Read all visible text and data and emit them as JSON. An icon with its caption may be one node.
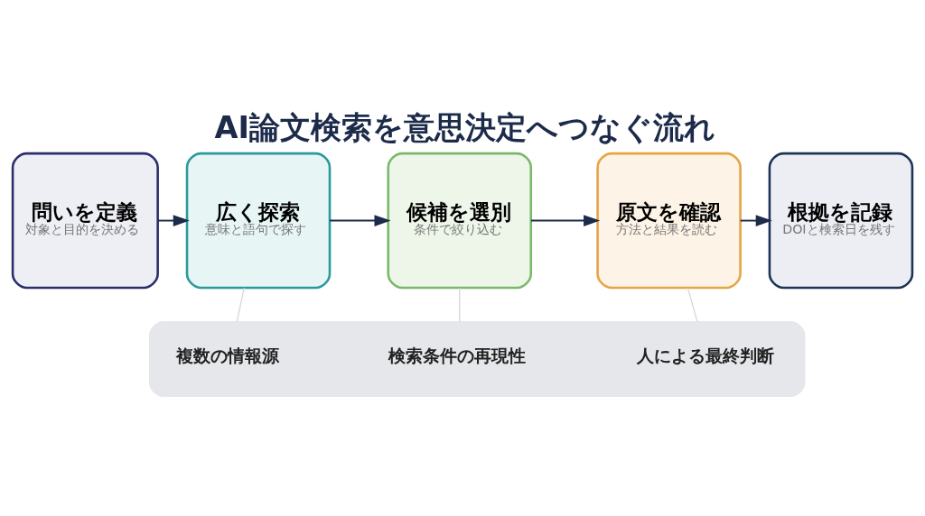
{
  "diagram": {
    "title": "AI論文検索を意思決定へつなぐ流れ",
    "nodes": [
      {
        "text": [
          "問いを定義",
          "対象と目的を決める"
        ]
      },
      {
        "text": [
          "広く探索",
          "意味と語句で探す"
        ]
      },
      {
        "text": [
          "候補を選別",
          "条件で絞り込む"
        ]
      },
      {
        "text": [
          "原文を確認",
          "方法と結果を読む"
        ]
      },
      {
        "text": [
          "根拠を記録",
          "DOIと検索日を残す"
        ]
      },
      {
        "text": [],
        "shape": "bar"
      },
      {
        "text": [
          "複数の情報源"
        ],
        "in": 5
      },
      {
        "text": [
          "検索条件の再現性"
        ],
        "in": 5
      },
      {
        "text": [
          "人による最終判断"
        ],
        "in": 5
      }
    ],
    "edges": [
      {
        "from": 0,
        "to": 1,
        "arrow": "to"
      },
      {
        "from": 1,
        "to": 2,
        "arrow": "to"
      },
      {
        "from": 2,
        "to": 3,
        "arrow": "to"
      },
      {
        "from": 3,
        "to": 4,
        "arrow": "to"
      },
      {
        "from": 1,
        "to": 5,
        "arrow": "none",
        "color": "#d4d6da"
      },
      {
        "from": 2,
        "to": 5,
        "arrow": "none",
        "color": "#d4d6da"
      },
      {
        "from": 3,
        "to": 5,
        "arrow": "none",
        "color": "#d4d6da"
      }
    ]
  }
}
